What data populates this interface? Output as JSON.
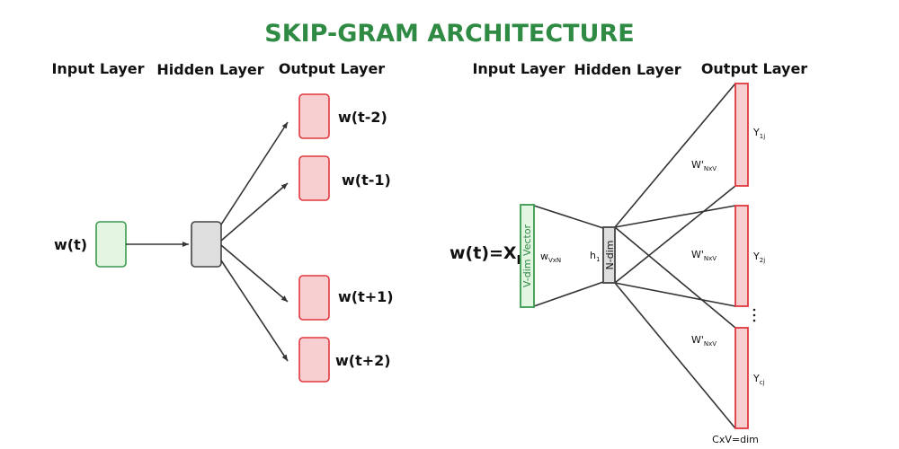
{
  "title": "SKIP-GRAM ARCHITECTURE",
  "colors": {
    "title": "#2f8a43",
    "input_fill": "#e2f6e2",
    "input_stroke": "#3a9a4e",
    "hidden_fill": "#dedede",
    "hidden_stroke": "#444444",
    "output_fill": "#f7cfd1",
    "output_stroke": "#e0383e",
    "edge": "#333333"
  },
  "left_diagram": {
    "headers": {
      "input": "Input Layer",
      "hidden": "Hidden Layer",
      "output": "Output Layer"
    },
    "input_label": "w(t)",
    "outputs": [
      "w(t-2)",
      "w(t-1)",
      "w(t+1)",
      "w(t+2)"
    ]
  },
  "right_diagram": {
    "headers": {
      "input": "Input Layer",
      "hidden": "Hidden Layer",
      "output": "Output Layer"
    },
    "input_label_main": "w(t)=X",
    "input_label_sub": "k",
    "input_vector_label": "V-dim Vector",
    "input_weight_main": "w",
    "input_weight_sub": "VxN",
    "hidden_label_main": "h",
    "hidden_label_sub": "1",
    "hidden_vector_label": "N-dim",
    "output_weight_main": "W'",
    "output_weight_sub": "NxV",
    "outputs": [
      {
        "main": "Y",
        "sub": "1j"
      },
      {
        "main": "Y",
        "sub": "2j"
      },
      {
        "main": "Y",
        "sub": "cj"
      }
    ],
    "ellipsis": "⋮",
    "footer": "CxV=dim"
  }
}
